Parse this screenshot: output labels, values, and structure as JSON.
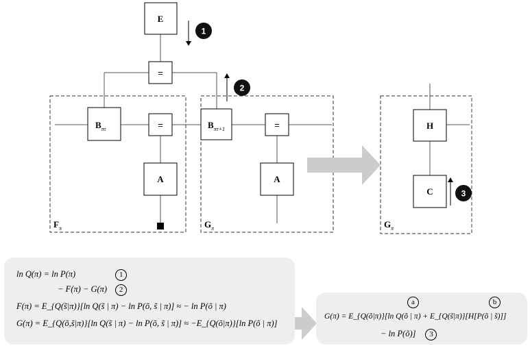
{
  "nodes": {
    "E": "E",
    "eq_top": "=",
    "B_left_base": "B",
    "B_left_sub": "πτ",
    "eq_left": "=",
    "A_left": "A",
    "B_right_base": "B",
    "B_right_sub": "πτ+1",
    "eq_right": "=",
    "A_right": "A",
    "H": "H",
    "C": "C"
  },
  "regions": {
    "left_base": "F",
    "left_sub": "π",
    "mid_base": "G",
    "mid_sub": "π",
    "right_base": "G",
    "right_sub": "π"
  },
  "badges": {
    "one": "1",
    "two": "2",
    "three": "3"
  },
  "equations_left": {
    "line1": "ln Q(π) = ln P(π)",
    "line1_mark": "1",
    "line2": "− F(π) − G(π)",
    "line2_mark": "2",
    "line3": "F(π) = E_{Q(s̃|π)}[ln Q(s̃ | π) − ln P(õ, s̃ | π)] ≈ − ln P(õ | π)",
    "line4": "G(π) = E_{Q(õ,s̃|π)}[ln Q(s̃ | π) − ln P(õ, s̃ | π)] ≈ −E_{Q(õ|π)}[ln P(õ | π)]"
  },
  "equations_right": {
    "mark_a": "a",
    "mark_b": "b",
    "line1": "G(π) = E_{Q(õ|π)}[ln Q(õ | π) + E_{Q(s̃|π)}[H[P(õ | s̃)]]",
    "line2": "− ln P(õ)]",
    "line2_mark": "3"
  },
  "colors": {
    "panel_bg": "#eeeeee",
    "flow_arrow": "#cccccc",
    "badge": "#111111"
  }
}
